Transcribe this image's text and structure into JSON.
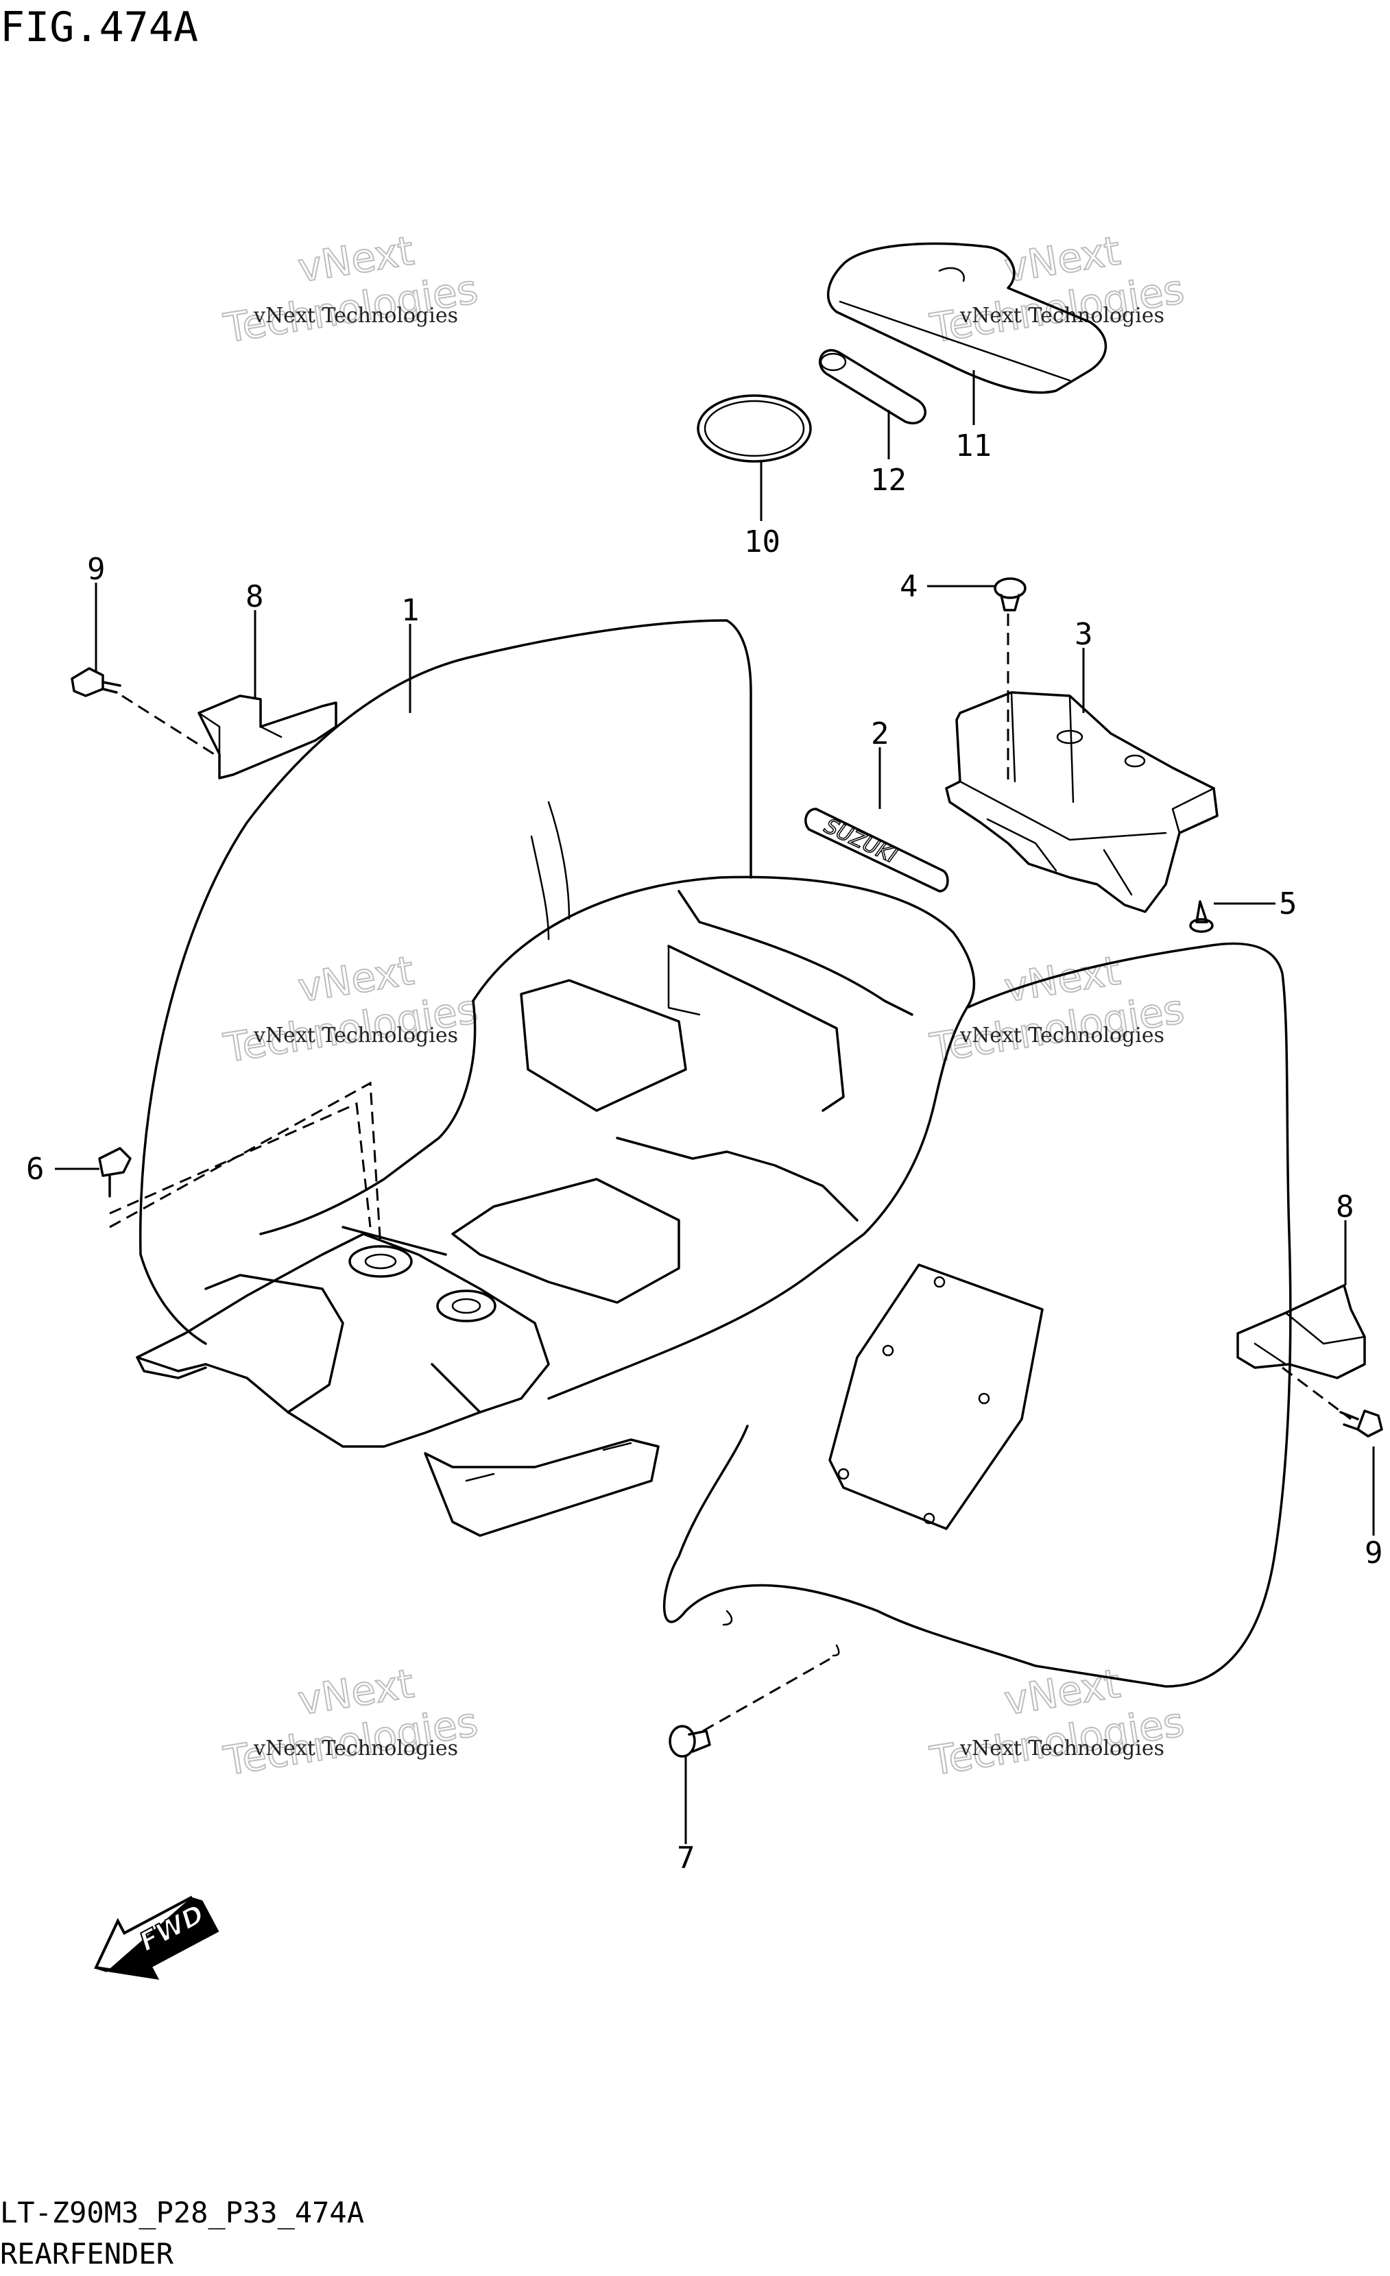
{
  "figure": {
    "title": "FIG.474A",
    "model_code": "LT-Z90M3_P28_P33_474A",
    "caption": "REARFENDER"
  },
  "fwd_label": "FWD",
  "emblem_text": "SUZUKI",
  "watermark": {
    "line1": "vNext Technologies",
    "line2": "vNext",
    "line3": "Technologies"
  },
  "callouts": [
    "1",
    "2",
    "3",
    "4",
    "5",
    "6",
    "7",
    "8",
    "8",
    "9",
    "9",
    "10",
    "11",
    "12"
  ]
}
